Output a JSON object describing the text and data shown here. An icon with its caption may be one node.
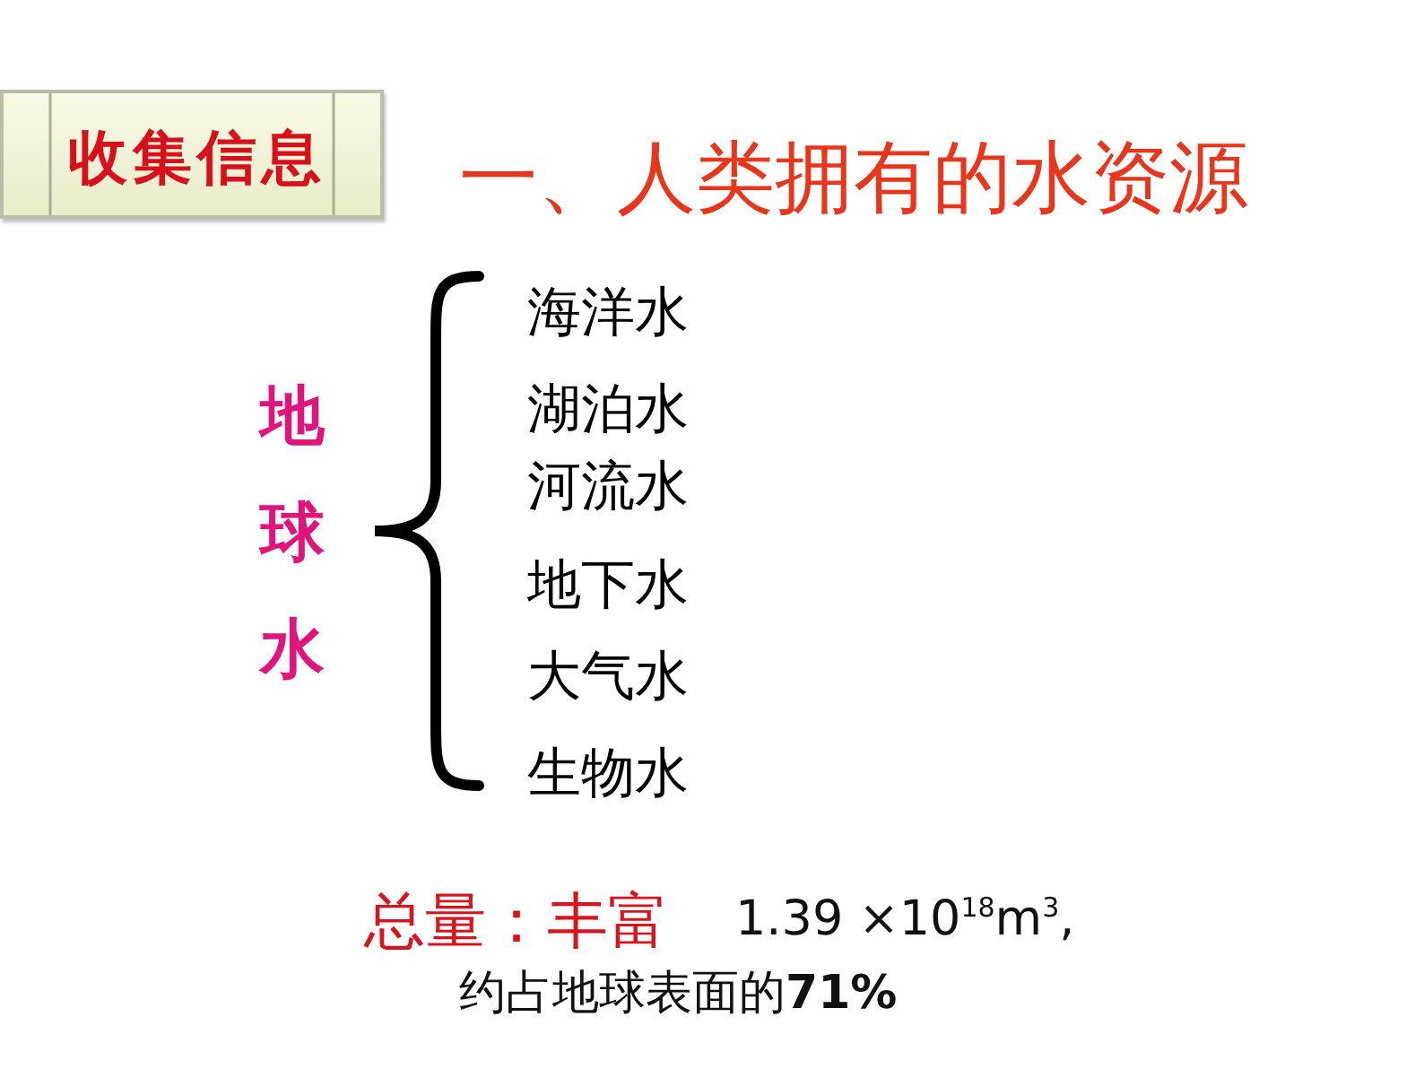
{
  "diagram": {
    "title": "一、人类拥有的水资源",
    "nodes": [
      {
        "text": [
          "收集信息"
        ]
      }
    ],
    "labels": [
      "地球水",
      "海洋水",
      "湖泊水",
      "河流水",
      "地下水",
      "大气水",
      "生物水",
      "总量：丰富",
      "1.39 ×10$^{18}$m$^{3}$,",
      "约占地球表面的**71%**"
    ]
  }
}
